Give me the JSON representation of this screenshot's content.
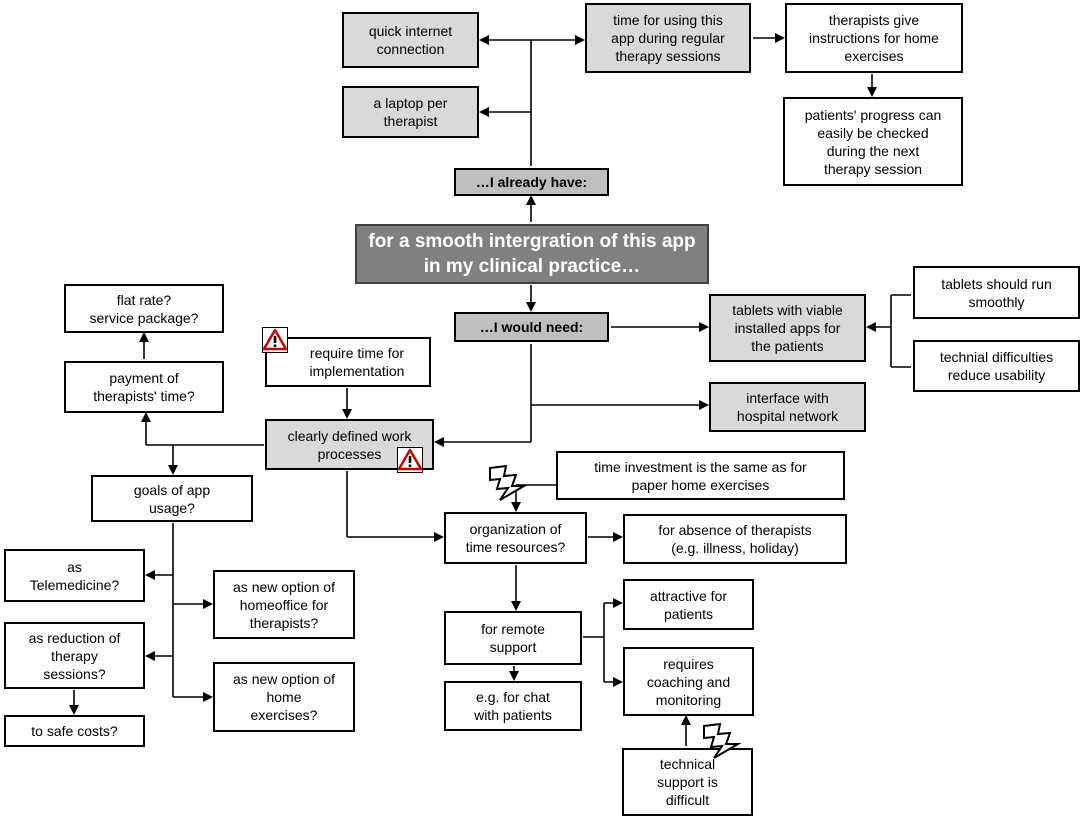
{
  "center": "for a smooth intergration of this app\nin my clinical practice…",
  "have": {
    "label": "…I already have:",
    "quick_internet": "quick internet\nconnection",
    "laptop": "a laptop per\ntherapist",
    "time_regular": "time for using this\napp during regular\ntherapy sessions",
    "instructions": "therapists give\ninstructions for home\nexercises",
    "progress": "patients' progress can\neasily be checked\nduring the next\ntherapy session"
  },
  "need": {
    "label": "…I would need:",
    "tablets": "tablets with viable\ninstalled apps for\nthe patients",
    "tablets_run": "tablets should run\nsmoothly",
    "technical_difficulties": "technial difficulties\nreduce usability",
    "interface": "interface with\nhospital network",
    "work_processes": "clearly defined work\nprocesses",
    "require_time": "require time for\nimplementation",
    "payment": "payment of\ntherapists' time?",
    "flat_rate": "flat rate?\nservice package?",
    "goals": "goals of app\nusage?",
    "telemedicine": "as\nTelemedicine?",
    "homeoffice": "as new option of\nhomeoffice for\ntherapists?",
    "reduction": "as reduction of\ntherapy\nsessions?",
    "home_exercises": "as new option of\nhome\nexercises?",
    "safe_costs": "to safe costs?",
    "time_investment": "time investment is the same as for\npaper home exercises",
    "organization": "organization of\ntime resources?",
    "absence": "for absence of therapists\n(e.g. illness, holiday)",
    "remote": "for remote\nsupport",
    "chat": "e.g. for chat\nwith patients",
    "attractive": "attractive for\npatients",
    "coaching": "requires\ncoaching and\nmonitoring",
    "tech_support": "technical\nsupport is\ndifficult"
  }
}
